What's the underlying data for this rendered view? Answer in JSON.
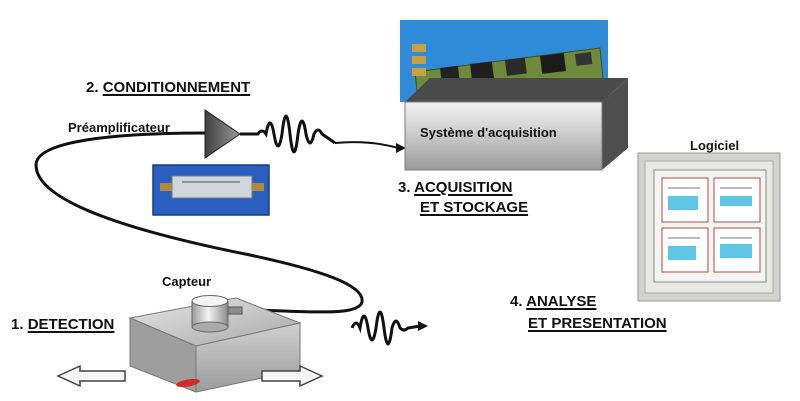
{
  "steps": {
    "conditioning": {
      "number": "2.",
      "title": "CONDITIONNEMENT"
    },
    "detection": {
      "number": "1.",
      "title": "DETECTION"
    },
    "acquisition": {
      "number": "3.",
      "line1": "ACQUISITION",
      "line2": "ET STOCKAGE"
    },
    "analysis": {
      "number": "4.",
      "line1": "ANALYSE",
      "line2": "ET PRESENTATION"
    }
  },
  "labels": {
    "preamplifier": "Préamplificateur",
    "sensor": "Capteur",
    "acquisition_system": "Système d'acquisition",
    "software": "Logiciel"
  },
  "colors": {
    "cable": "#111111",
    "preamp_triangle": "#555555",
    "preamp_box": "#2a5fc0",
    "board_background": "#2f8ad8",
    "board_pcb": "#6f8a3a",
    "acquisition_box_top": "#4a4a4a",
    "sensor_block": "#bfbfbf",
    "monitor_bezel": "#d2d2ce",
    "monitor_screen": "#f4f4f0"
  },
  "icons": [
    "triangle-amplifier-icon",
    "signal-waveform-icon",
    "acquisition-board-icon",
    "sensor-icon",
    "monitor-icon",
    "arrow-left-icon",
    "arrow-right-icon"
  ]
}
